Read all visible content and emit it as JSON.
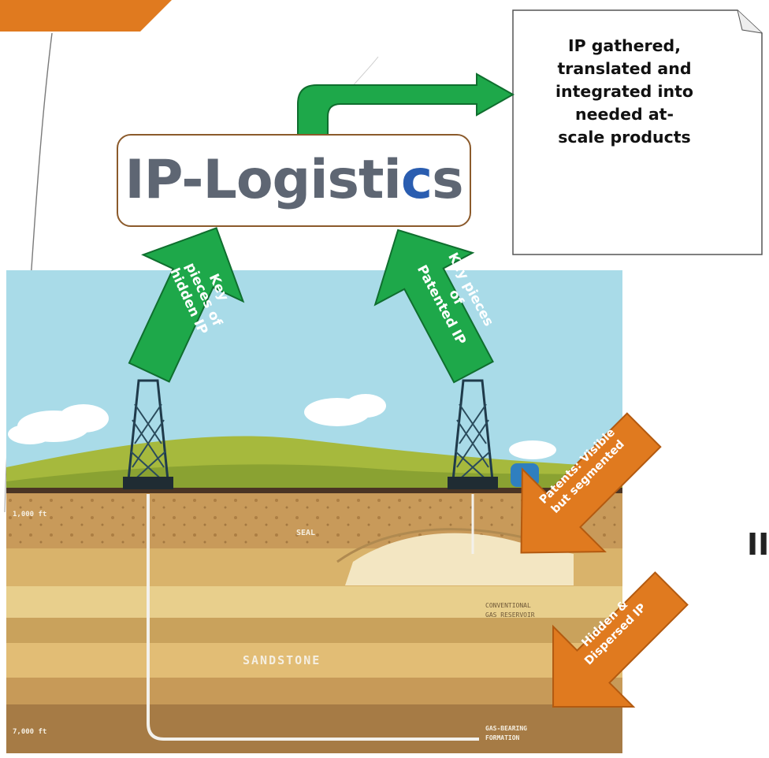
{
  "callout": {
    "lines": [
      "IP gathered,",
      "translated and",
      "integrated into",
      "needed at-",
      "scale products"
    ]
  },
  "logo": {
    "text_main": "IP-Logisti",
    "text_accent": "c",
    "text_tail": "s"
  },
  "arrows": {
    "hidden_ip": {
      "lines": [
        "Key",
        "pieces of",
        "hidden IP"
      ]
    },
    "patented_ip": {
      "lines": [
        "Key pieces",
        "of",
        "Patented IP"
      ]
    },
    "patents": {
      "lines": [
        "Patents: Visible",
        "but segmented"
      ]
    },
    "dispersed": {
      "lines": [
        "Hidden &",
        "Dispersed IP"
      ]
    }
  },
  "illustration": {
    "depth_top": "1,000 ft",
    "seal": "SEAL",
    "sandstone": "SANDSTONE",
    "conventional": [
      "CONVENTIONAL",
      "GAS RESERVOIR"
    ],
    "depth_bottom": "7,000 ft",
    "formation": [
      "GAS-BEARING",
      "FORMATION"
    ]
  },
  "cut_off_text": "II",
  "colors": {
    "green_arrow": "#1ea84a",
    "orange_arrow": "#e07a1f",
    "logo_border": "#8b5a2b",
    "logo_text": "#5e6673",
    "logo_accent": "#2a5db0",
    "sky": "#a9dbe8",
    "soil": "#c89a5a"
  }
}
